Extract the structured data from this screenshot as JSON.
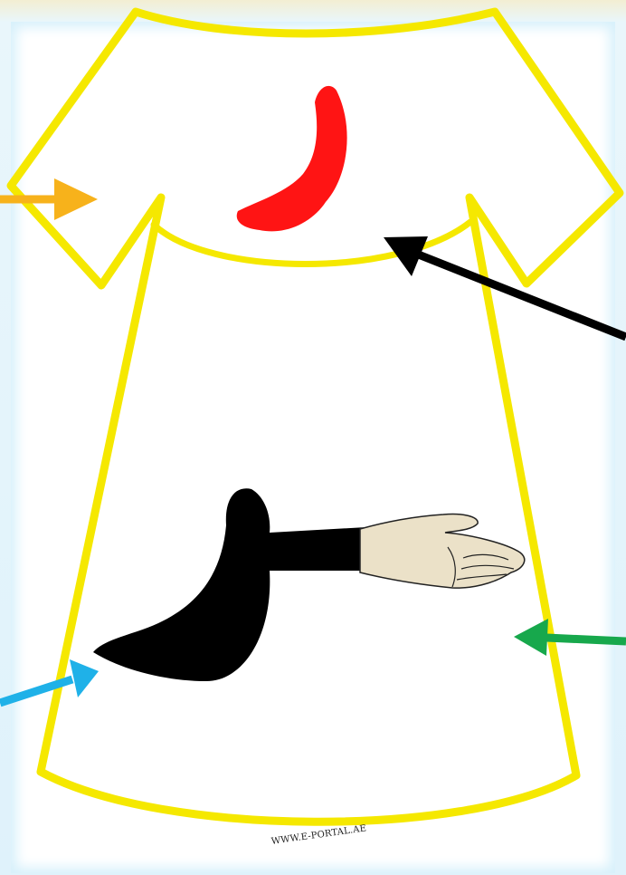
{
  "colors": {
    "outline": "#f5e800",
    "letter_red": "#ff1414",
    "letter_black": "#000000",
    "arrow_orange": "#f7b21b",
    "arrow_black": "#000000",
    "arrow_cyan": "#1fb1e8",
    "arrow_green": "#17a84c",
    "skin": "#ebe1c8"
  },
  "icons": {
    "letter_top": "arabic-letter-ra",
    "letter_bottom": "arabic-letter-ra-with-hand",
    "hand": "open-hand"
  },
  "watermark": "WWW.E-PORTAL.AE"
}
